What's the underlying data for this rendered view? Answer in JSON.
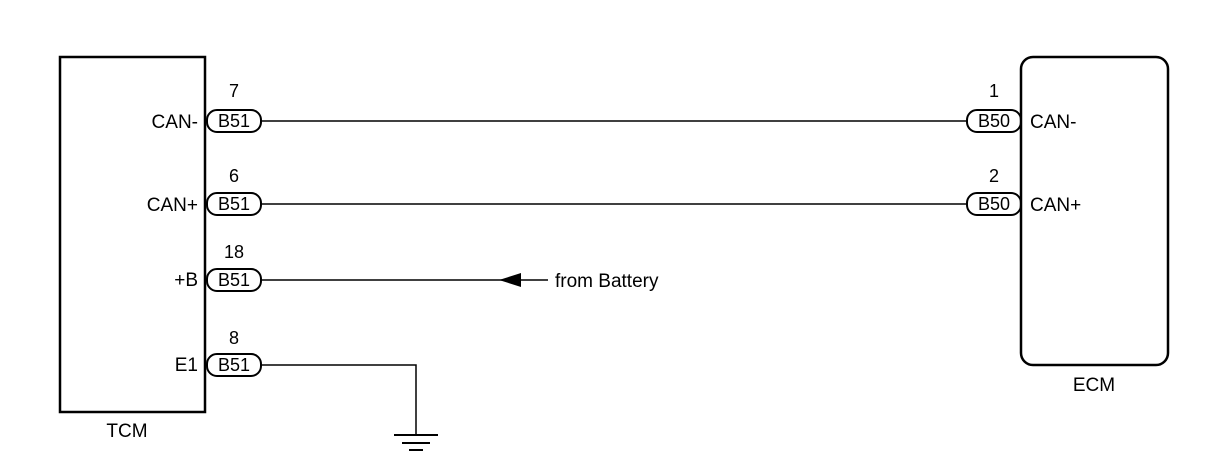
{
  "modules": {
    "tcm": {
      "name": "TCM"
    },
    "ecm": {
      "name": "ECM"
    }
  },
  "tcm_pins": [
    {
      "signal": "CAN-",
      "pin": "7",
      "connector": "B51"
    },
    {
      "signal": "CAN+",
      "pin": "6",
      "connector": "B51"
    },
    {
      "signal": "+B",
      "pin": "18",
      "connector": "B51"
    },
    {
      "signal": "E1",
      "pin": "8",
      "connector": "B51"
    }
  ],
  "ecm_pins": [
    {
      "signal": "CAN-",
      "pin": "1",
      "connector": "B50"
    },
    {
      "signal": "CAN+",
      "pin": "2",
      "connector": "B50"
    }
  ],
  "annotations": {
    "battery": "from Battery"
  },
  "symbols": {
    "ground": "ground-icon",
    "arrow": "arrow-left-icon"
  }
}
